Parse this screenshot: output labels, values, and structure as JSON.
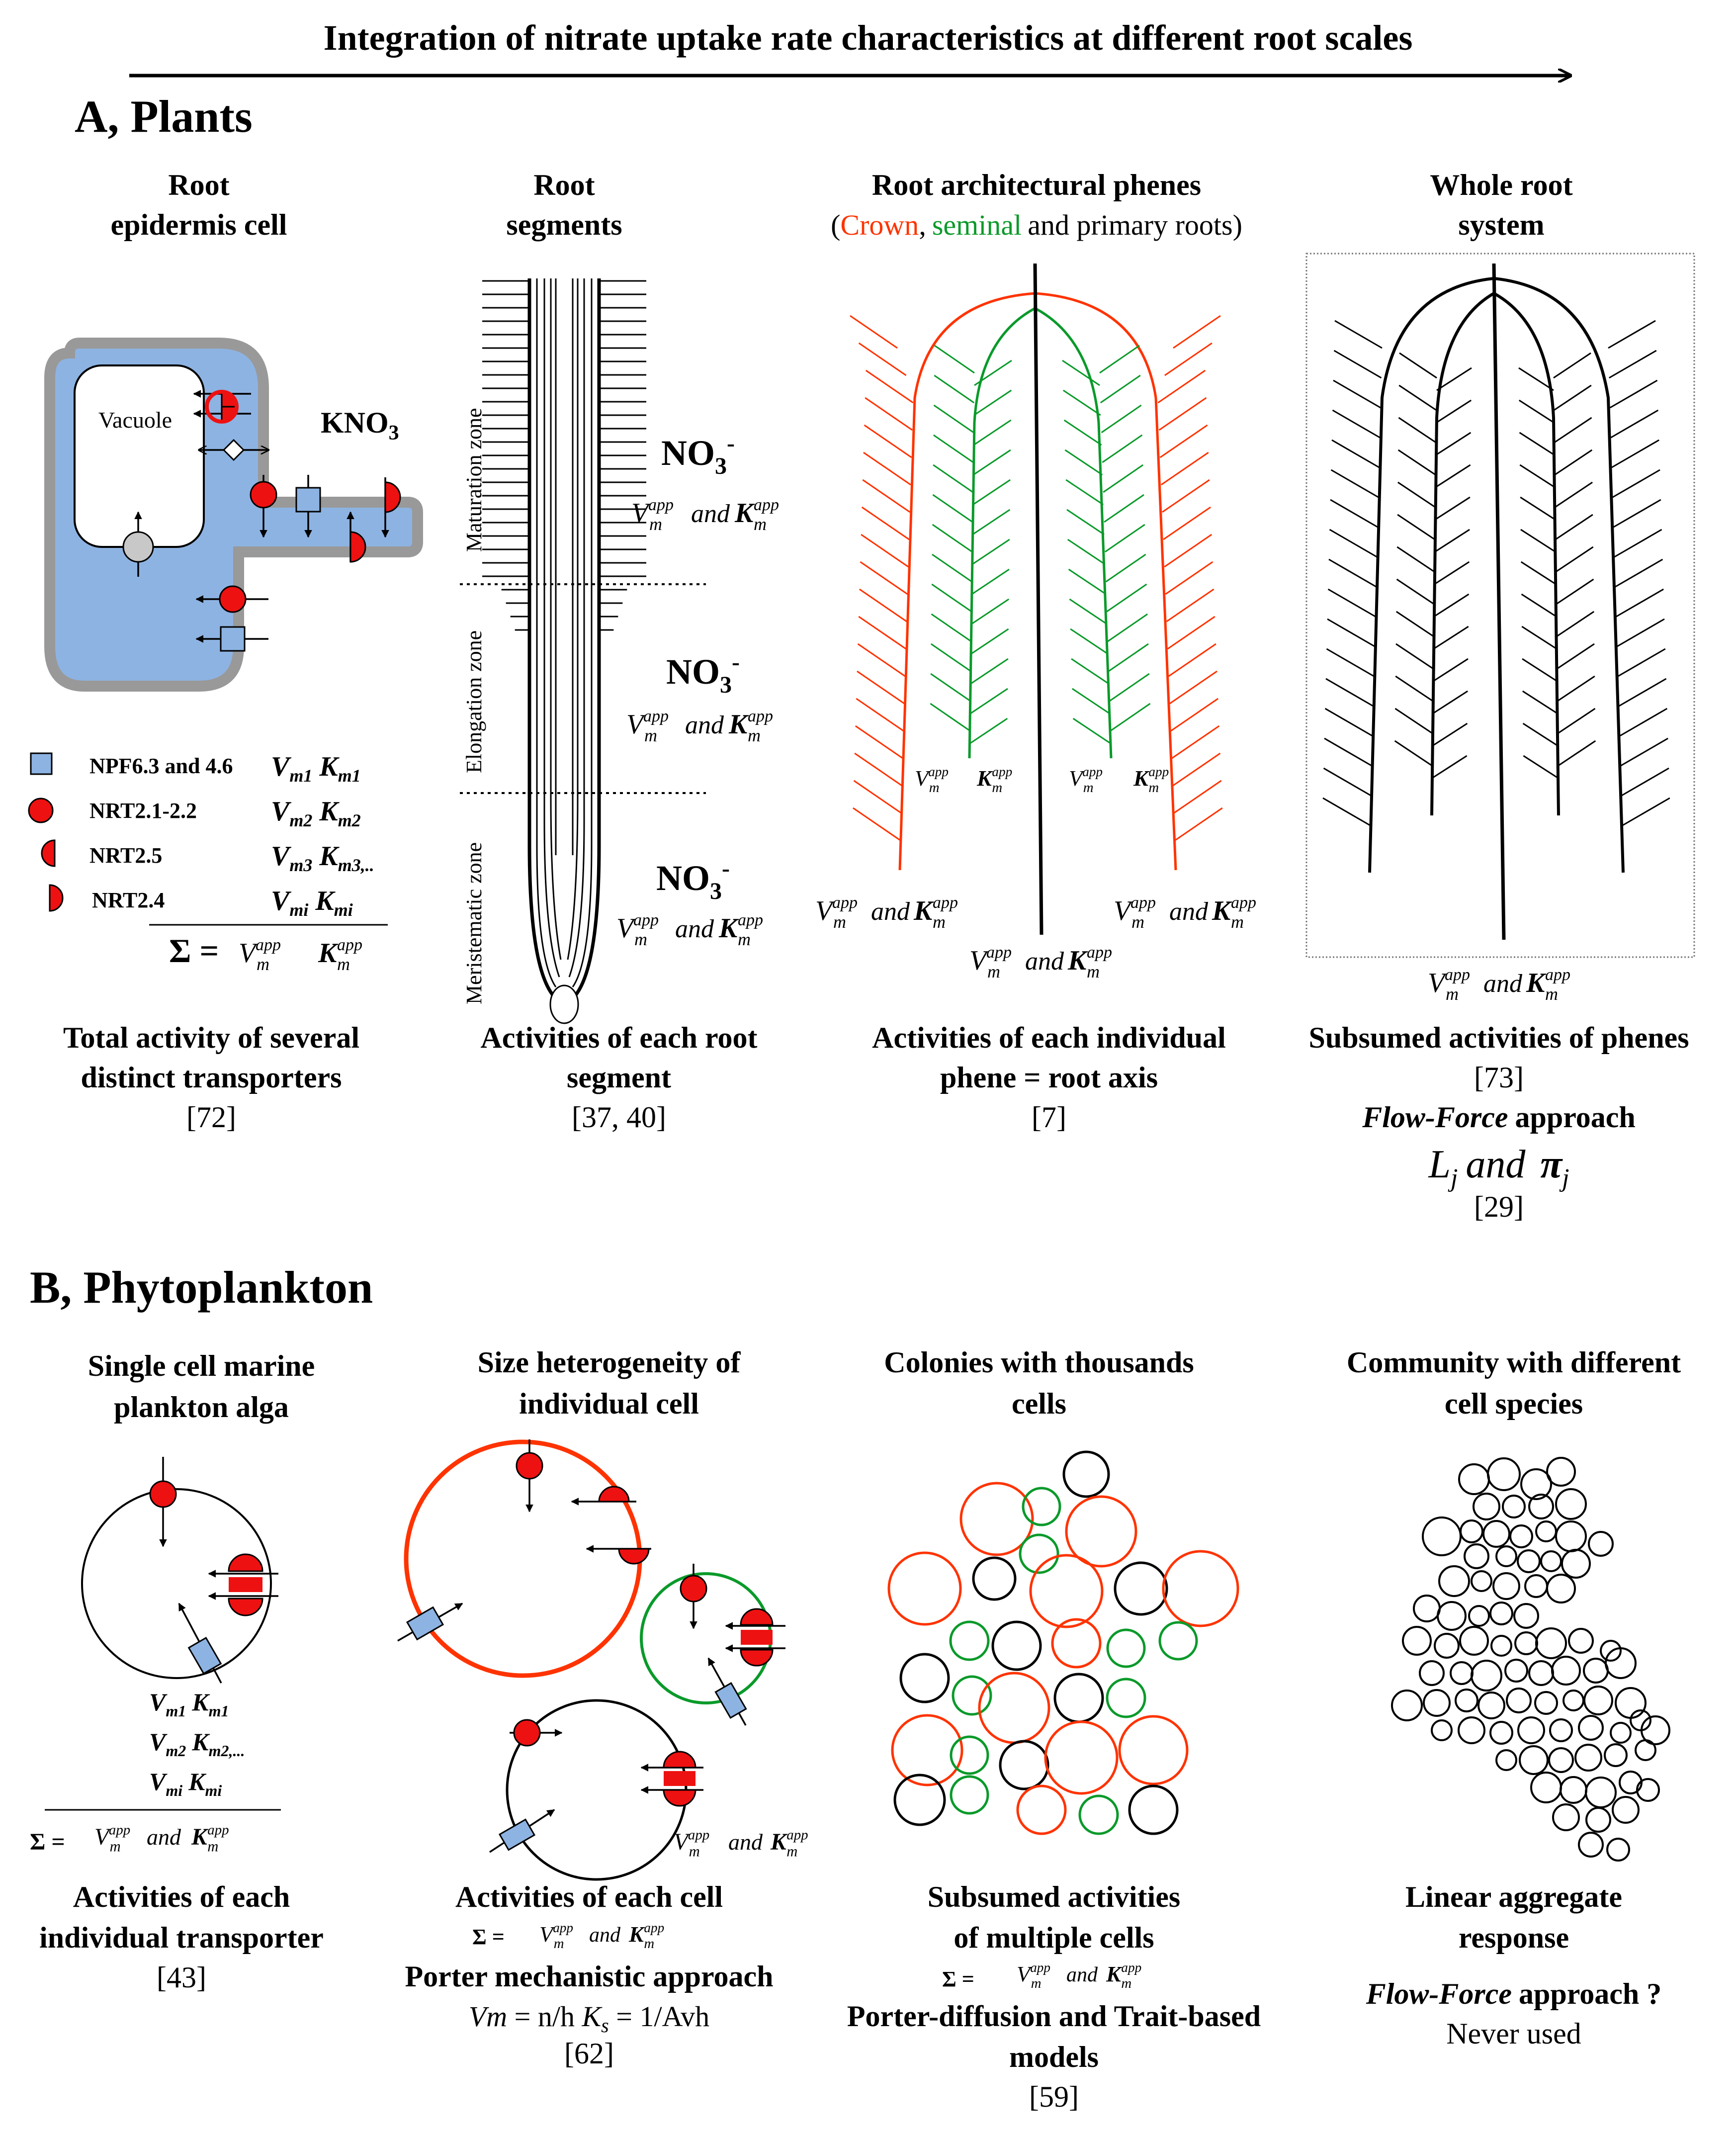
{
  "header": {
    "title": "Integration of nitrate uptake rate characteristics at different root scales"
  },
  "sectionA": {
    "heading": "A, Plants",
    "col1": {
      "title1": "Root",
      "title2": "epidermis cell",
      "vacuole": "Vacuole",
      "kno3": "KNO",
      "kno3_sub": "3",
      "legend": [
        {
          "label": "NPF6.3 and 4.6",
          "v": "V",
          "vsub": "m1",
          "k": "K",
          "ksub": "m1"
        },
        {
          "label": "NRT2.1-2.2",
          "v": "V",
          "vsub": "m2",
          "k": "K",
          "ksub": "m2"
        },
        {
          "label": "NRT2.5",
          "v": "V",
          "vsub": "m3",
          "k": "K",
          "ksub": "m3,.."
        },
        {
          "label": "NRT2.4",
          "v": "V",
          "vsub": "mi",
          "k": "K",
          "ksub": "mi"
        }
      ],
      "sum_symbol": "Σ =",
      "caption1": "Total activity of several",
      "caption2": "distinct transporters",
      "ref": "[72]"
    },
    "col2": {
      "title1": "Root",
      "title2": "segments",
      "zones": [
        "Maturation zone",
        "Elongation zone",
        "Meristematic zone"
      ],
      "no3": "NO",
      "no3_sub": "3",
      "no3_sup": "-",
      "caption1": "Activities of each root",
      "caption2": "segment",
      "ref": "[37, 40]"
    },
    "col3": {
      "title1": "Root architectural phenes",
      "paren_open": "(",
      "crown": "Crown",
      "comma": ",",
      "seminal": "seminal",
      "rest": "and primary roots)",
      "caption1": "Activities of each individual",
      "caption2": "phene = root axis",
      "ref": "[7]"
    },
    "col4": {
      "title1": "Whole root",
      "title2": "system",
      "caption1": "Subsumed activities of phenes",
      "ref": "[73]",
      "ff_italic": "Flow-Force",
      "ff_rest": "approach",
      "lj": "L",
      "lj_sub": "j",
      "and": "and",
      "pi": "π",
      "pi_sub": "j",
      "ref2": "[29]"
    }
  },
  "sectionB": {
    "heading": "B, Phytoplankton",
    "col1": {
      "title1": "Single cell marine",
      "title2": "plankton alga",
      "params": [
        {
          "v": "V",
          "vsub": "m1",
          "k": "K",
          "ksub": "m1"
        },
        {
          "v": "V",
          "vsub": "m2",
          "k": "K",
          "ksub": "m2,..."
        },
        {
          "v": "V",
          "vsub": "mi",
          "k": "K",
          "ksub": "mi"
        }
      ],
      "sum_symbol": "Σ =",
      "caption1": "Activities of each",
      "caption2": "individual transporter",
      "ref": "[43]"
    },
    "col2": {
      "title1": "Size heterogeneity of",
      "title2": "individual cell",
      "caption1": "Activities of each cell",
      "sum_symbol": "Σ =",
      "porter": "Porter mechanistic approach",
      "eq_vm": "Vm",
      "eq_mid": " = n/h  ",
      "eq_ks": "K",
      "eq_ks_sub": "s",
      "eq_end": " = 1/Avh",
      "ref": "[62]"
    },
    "col3": {
      "title1": "Colonies with thousands",
      "title2": "cells",
      "caption1": "Subsumed activities",
      "caption2": "of multiple cells",
      "sum_symbol": "Σ =",
      "models1": "Porter-diffusion and Trait-based",
      "models2": "models",
      "ref": "[59]"
    },
    "col4": {
      "title1": "Community with different",
      "title2": "cell species",
      "caption1": "Linear aggregate",
      "caption2": "response",
      "ff_italic": "Flow-Force",
      "ff_rest": "approach ?",
      "never": "Never used"
    }
  },
  "math": {
    "v": "V",
    "k": "K",
    "m": "m",
    "app": "app",
    "and": "and",
    "eq": "="
  },
  "colors": {
    "cell_blue": "#8db3e2",
    "wall_grey": "#999999",
    "transporter_red": "#ee1111",
    "crown_red": "#ff3300",
    "seminal_green": "#0a9a2a",
    "dotted_border": "#777777"
  }
}
